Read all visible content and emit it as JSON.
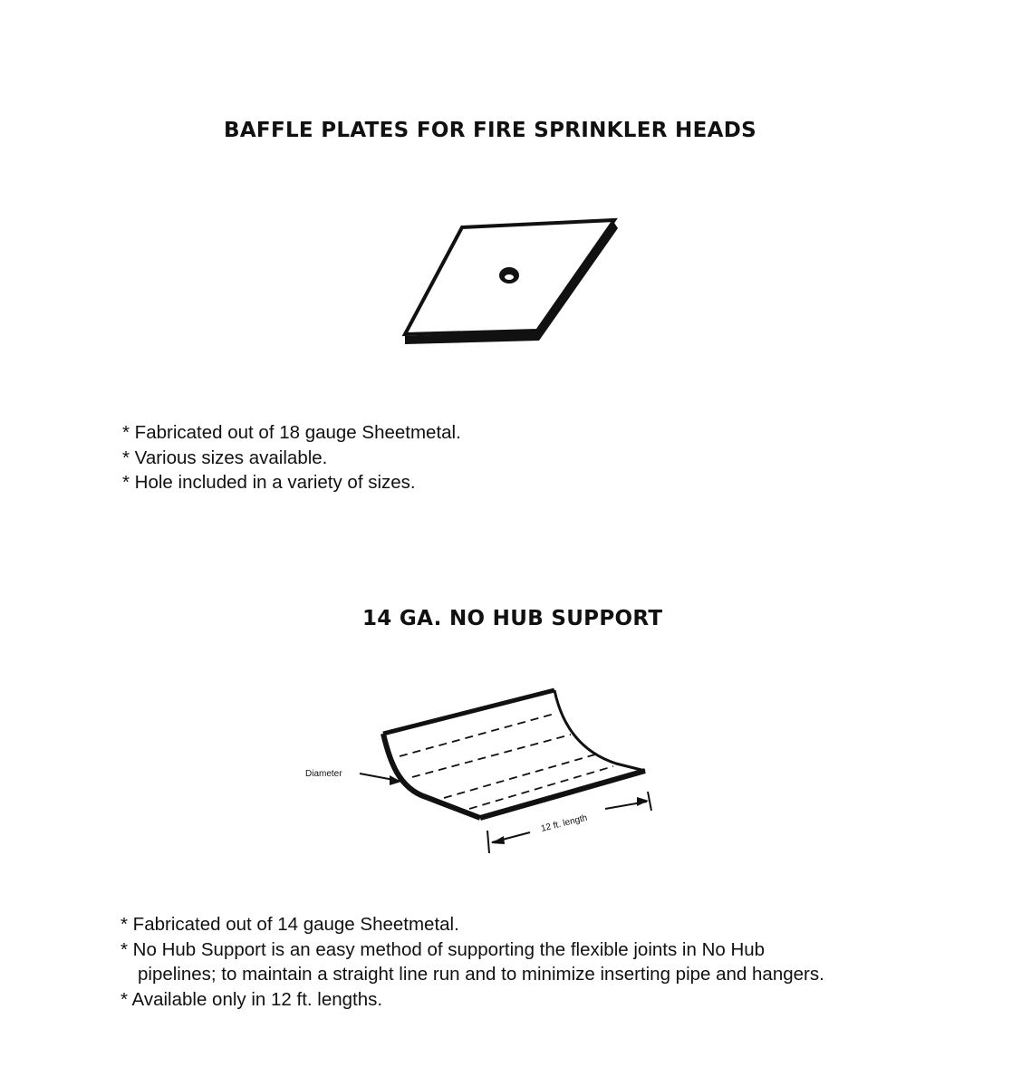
{
  "section1": {
    "title": "BAFFLE PLATES FOR FIRE SPRINKLER HEADS",
    "bullets": [
      "* Fabricated out of 18 gauge Sheetmetal.",
      "* Various sizes available.",
      "* Hole included in a variety of sizes."
    ]
  },
  "section2": {
    "title": "14 GA. NO HUB SUPPORT",
    "diagram": {
      "diameter_label": "Diameter",
      "length_label": "12 ft. length"
    },
    "bullets": [
      "* Fabricated out of 14 gauge Sheetmetal.",
      "* No Hub Support is an easy method of supporting the flexible joints in No Hub",
      "pipelines; to maintain a straight line run and to minimize inserting pipe and hangers.",
      "* Available only in 12 ft. lengths."
    ]
  }
}
